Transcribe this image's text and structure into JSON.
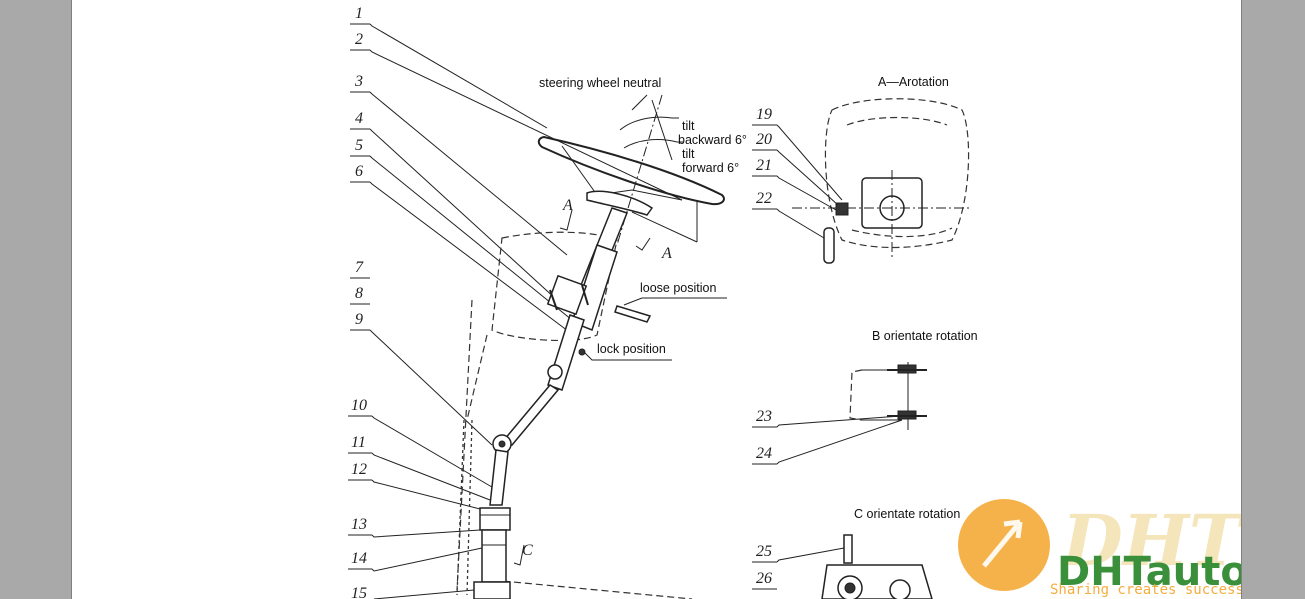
{
  "part_numbers": [
    "1",
    "2",
    "3",
    "4",
    "5",
    "6",
    "7",
    "8",
    "9",
    "10",
    "11",
    "12",
    "13",
    "14",
    "15",
    "19",
    "20",
    "21",
    "22",
    "23",
    "24",
    "25",
    "26"
  ],
  "callouts": {
    "neutral": "steering wheel neutral",
    "tilt_back_1": "tilt",
    "tilt_back_2": "backward 6°",
    "tilt_fwd_1": "tilt",
    "tilt_fwd_2": "forward 6°",
    "loose": "loose position",
    "lock": "lock position",
    "section_a_left": "A",
    "section_a_right": "A",
    "section_c": "C"
  },
  "views": {
    "a_rotation": "A—Arotation",
    "b_rotation": "B orientate rotation",
    "c_rotation": "C orientate rotation"
  },
  "watermark": {
    "brand_big": "DHT",
    "brand_main": "DHTauto",
    "slogan": "Sharing creates success",
    "colors": {
      "orange": "#f4a52a",
      "green": "#3a8f3a",
      "light": "#f3e1b0"
    }
  }
}
